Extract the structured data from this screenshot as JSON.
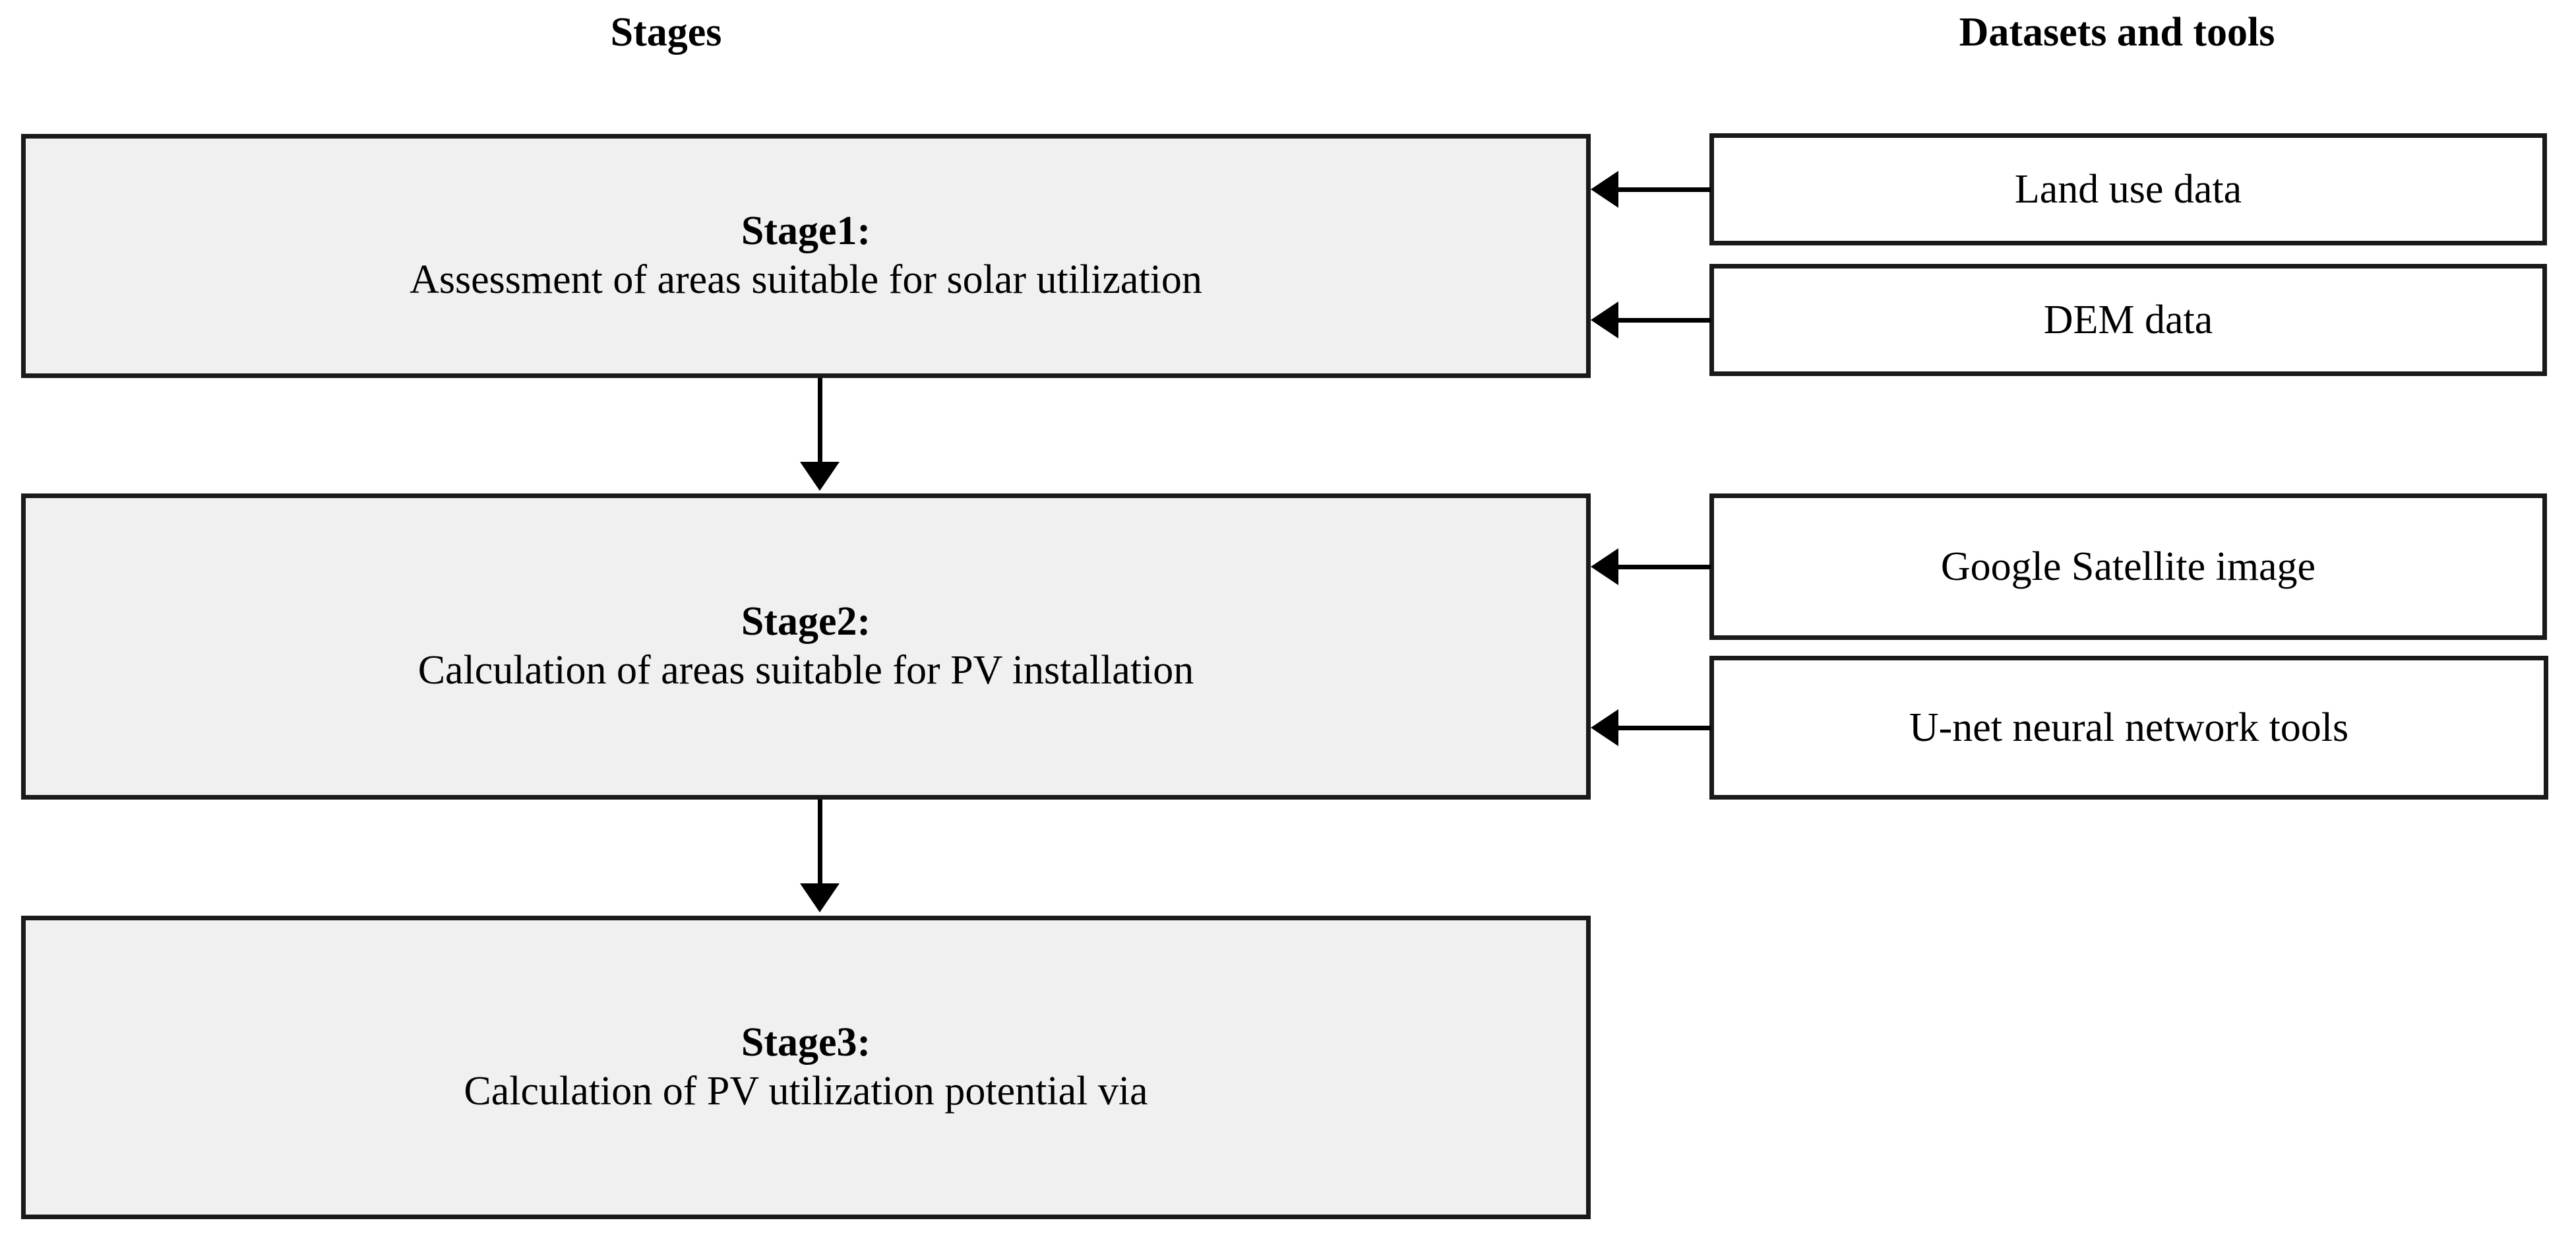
{
  "columns": {
    "stages_header": "Stages",
    "datasets_header": "Datasets and tools"
  },
  "stages": [
    {
      "id": "stage-1",
      "title": "Stage1:",
      "description": "Assessment of areas suitable for solar utilization"
    },
    {
      "id": "stage-2",
      "title": "Stage2:",
      "description": "Calculation of areas suitable for PV installation"
    },
    {
      "id": "stage-3",
      "title": "Stage3:",
      "description": "Calculation of PV utilization potential via"
    }
  ],
  "resources": [
    {
      "id": "land-use",
      "label": "Land use data",
      "feeds_stage": "stage-1"
    },
    {
      "id": "dem",
      "label": "DEM data",
      "feeds_stage": "stage-1"
    },
    {
      "id": "google",
      "label": "Google Satellite image",
      "feeds_stage": "stage-2"
    },
    {
      "id": "unet",
      "label": "U-net neural network tools",
      "feeds_stage": "stage-2"
    }
  ],
  "colors": {
    "stage_fill": "#f0f0f0",
    "resource_fill": "#ffffff",
    "border": "#1a1a1a",
    "text": "#000000",
    "background": "#ffffff"
  }
}
